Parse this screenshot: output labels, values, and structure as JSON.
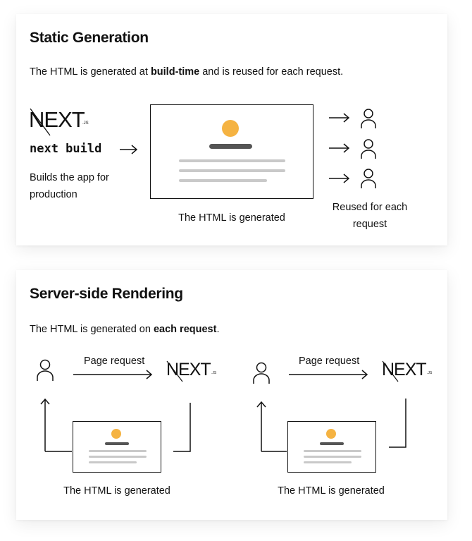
{
  "static_generation": {
    "title": "Static Generation",
    "desc_prefix": "The HTML is generated at ",
    "desc_bold": "build-time",
    "desc_suffix": " and is reused for each request.",
    "logo_text": "NEXT",
    "logo_sub": ".JS",
    "command": "next build",
    "build_caption": "Builds the app for production",
    "page_caption": "The HTML is generated",
    "reuse_caption": "Reused for each request",
    "accent_color": "#F5B342"
  },
  "server_side_rendering": {
    "title": "Server-side Rendering",
    "desc_prefix": "The HTML is generated on ",
    "desc_bold": "each request",
    "desc_suffix": ".",
    "flows": [
      {
        "request_label": "Page request",
        "logo_text": "NEXT",
        "logo_sub": ".JS",
        "caption": "The HTML is generated"
      },
      {
        "request_label": "Page request",
        "logo_text": "NEXT",
        "logo_sub": ".JS",
        "caption": "The HTML is generated"
      }
    ]
  }
}
